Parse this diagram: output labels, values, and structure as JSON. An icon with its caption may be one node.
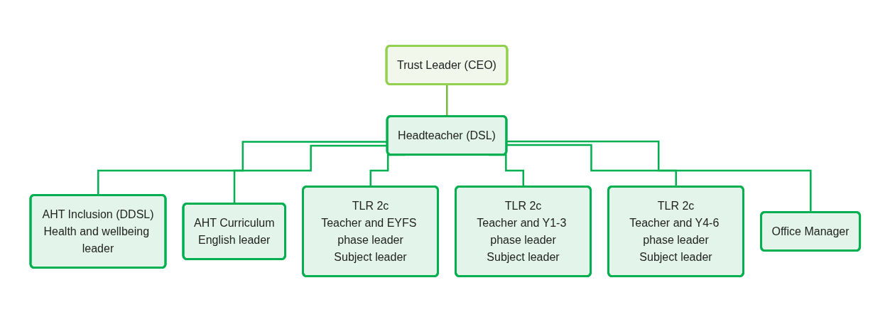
{
  "diagram": {
    "nodes": [
      {
        "text": [
          "Trust Leader (CEO)"
        ]
      },
      {
        "text": [
          "Headteacher (DSL)"
        ]
      },
      {
        "text": [
          "AHT Inclusion (DDSL)",
          "Health and wellbeing leader"
        ]
      },
      {
        "text": [
          "AHT Curriculum",
          "English leader"
        ]
      },
      {
        "text": [
          "TLR 2c",
          "Teacher and EYFS phase leader",
          "Subject leader"
        ]
      },
      {
        "text": [
          "TLR 2c",
          "Teacher and Y1-3 phase leader",
          "Subject leader"
        ]
      },
      {
        "text": [
          "TLR 2c",
          "Teacher and Y4-6 phase leader",
          "Subject leader"
        ]
      },
      {
        "text": [
          "Office Manager"
        ]
      }
    ],
    "edges": [
      {
        "from": 0,
        "to": 1,
        "arrow": "none",
        "color": "#7ab648"
      },
      {
        "from": 1,
        "to": 2,
        "arrow": "none"
      },
      {
        "from": 1,
        "to": 3,
        "arrow": "none"
      },
      {
        "from": 1,
        "to": 4,
        "arrow": "none"
      },
      {
        "from": 1,
        "to": 5,
        "arrow": "none"
      },
      {
        "from": 1,
        "to": 6,
        "arrow": "none"
      },
      {
        "from": 1,
        "to": 7,
        "arrow": "none"
      }
    ]
  }
}
